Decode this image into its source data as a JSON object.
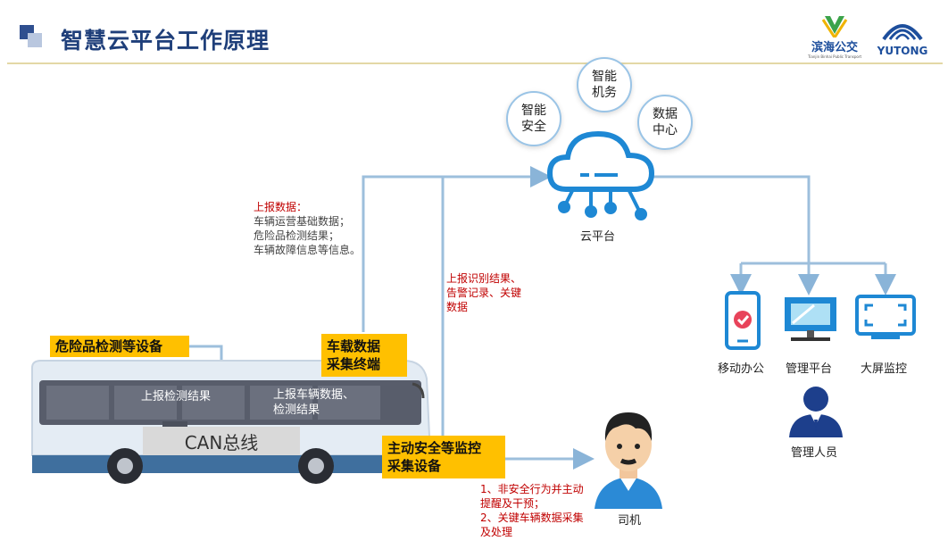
{
  "header": {
    "title": "智慧云平台工作原理",
    "logo_binhai": "滨海公交",
    "logo_binhai_sub": "Tianjin Binhai Public Transport",
    "logo_yutong": "YUTONG"
  },
  "cloud": {
    "label": "云平台",
    "bubbles": [
      "智能\n安全",
      "智能\n机务",
      "数据\n中心"
    ]
  },
  "report_data": {
    "heading": "上报数据：",
    "lines": [
      "车辆运营基础数据；",
      "危险品检测结果；",
      "车辆故障信息等信息。"
    ]
  },
  "report_recognition": [
    "上报识别结果、",
    "告警记录、关键",
    "数据"
  ],
  "boxes": {
    "hazard_device": "危险品检测等设备",
    "terminal": "车载数据\n采集终端",
    "safety_device": "主动安全等监控\n采集设备",
    "can_bus": "CAN总线"
  },
  "bus_labels": {
    "report_detection": "上报检测结果",
    "report_vehicle": "上报车辆数据、\n检测结果"
  },
  "clients": {
    "mobile": "移动办公",
    "platform": "管理平台",
    "screen": "大屏监控",
    "manager": "管理人员"
  },
  "driver": {
    "label": "司机",
    "notes": [
      "1、非安全行为并主动",
      "提醒及干预；",
      "2、关键车辆数据采集",
      "及处理"
    ]
  },
  "colors": {
    "title": "#1f3f7a",
    "accent_yellow": "#ffc000",
    "line_blue": "#8ab4d8",
    "icon_blue": "#1e88d4",
    "red_text": "#c00000"
  }
}
